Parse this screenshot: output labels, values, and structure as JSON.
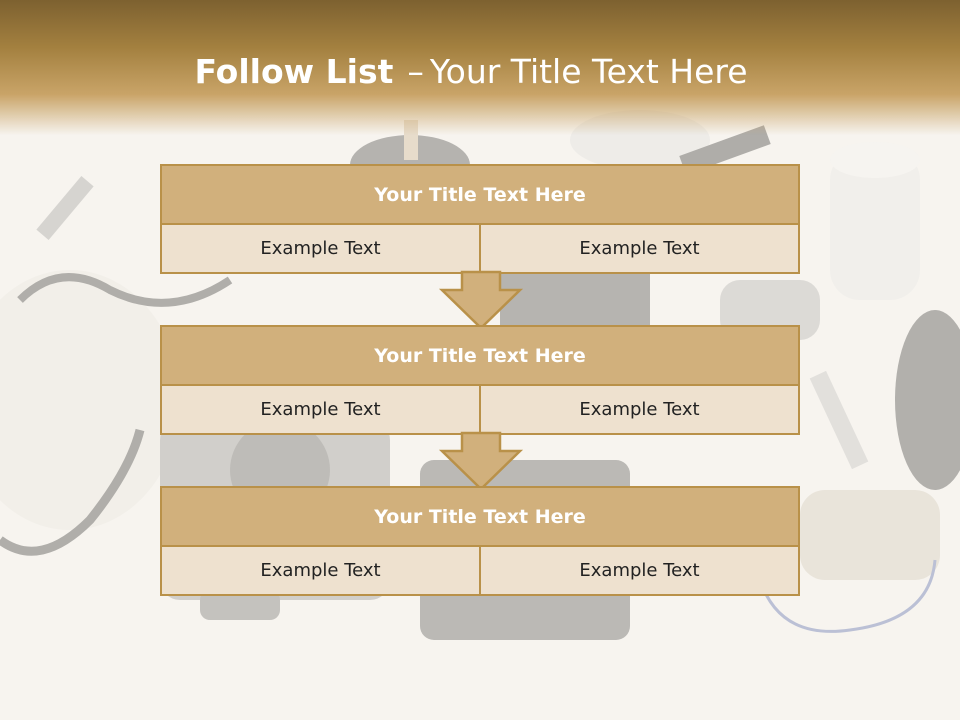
{
  "slide": {
    "title_bold": "Follow List",
    "title_dash": "–",
    "title_rest": "Your Title Text Here"
  },
  "blocks": [
    {
      "header": "Your Title Text Here",
      "cells": [
        "Example Text",
        "Example Text"
      ]
    },
    {
      "header": "Your Title Text Here",
      "cells": [
        "Example Text",
        "Example Text"
      ]
    },
    {
      "header": "Your Title Text Here",
      "cells": [
        "Example Text",
        "Example Text"
      ]
    }
  ],
  "colors": {
    "accent": "#b99149",
    "header_fill": "#d1b07c",
    "row_fill": "#eee1cf",
    "band_dark": "#7d6130"
  }
}
